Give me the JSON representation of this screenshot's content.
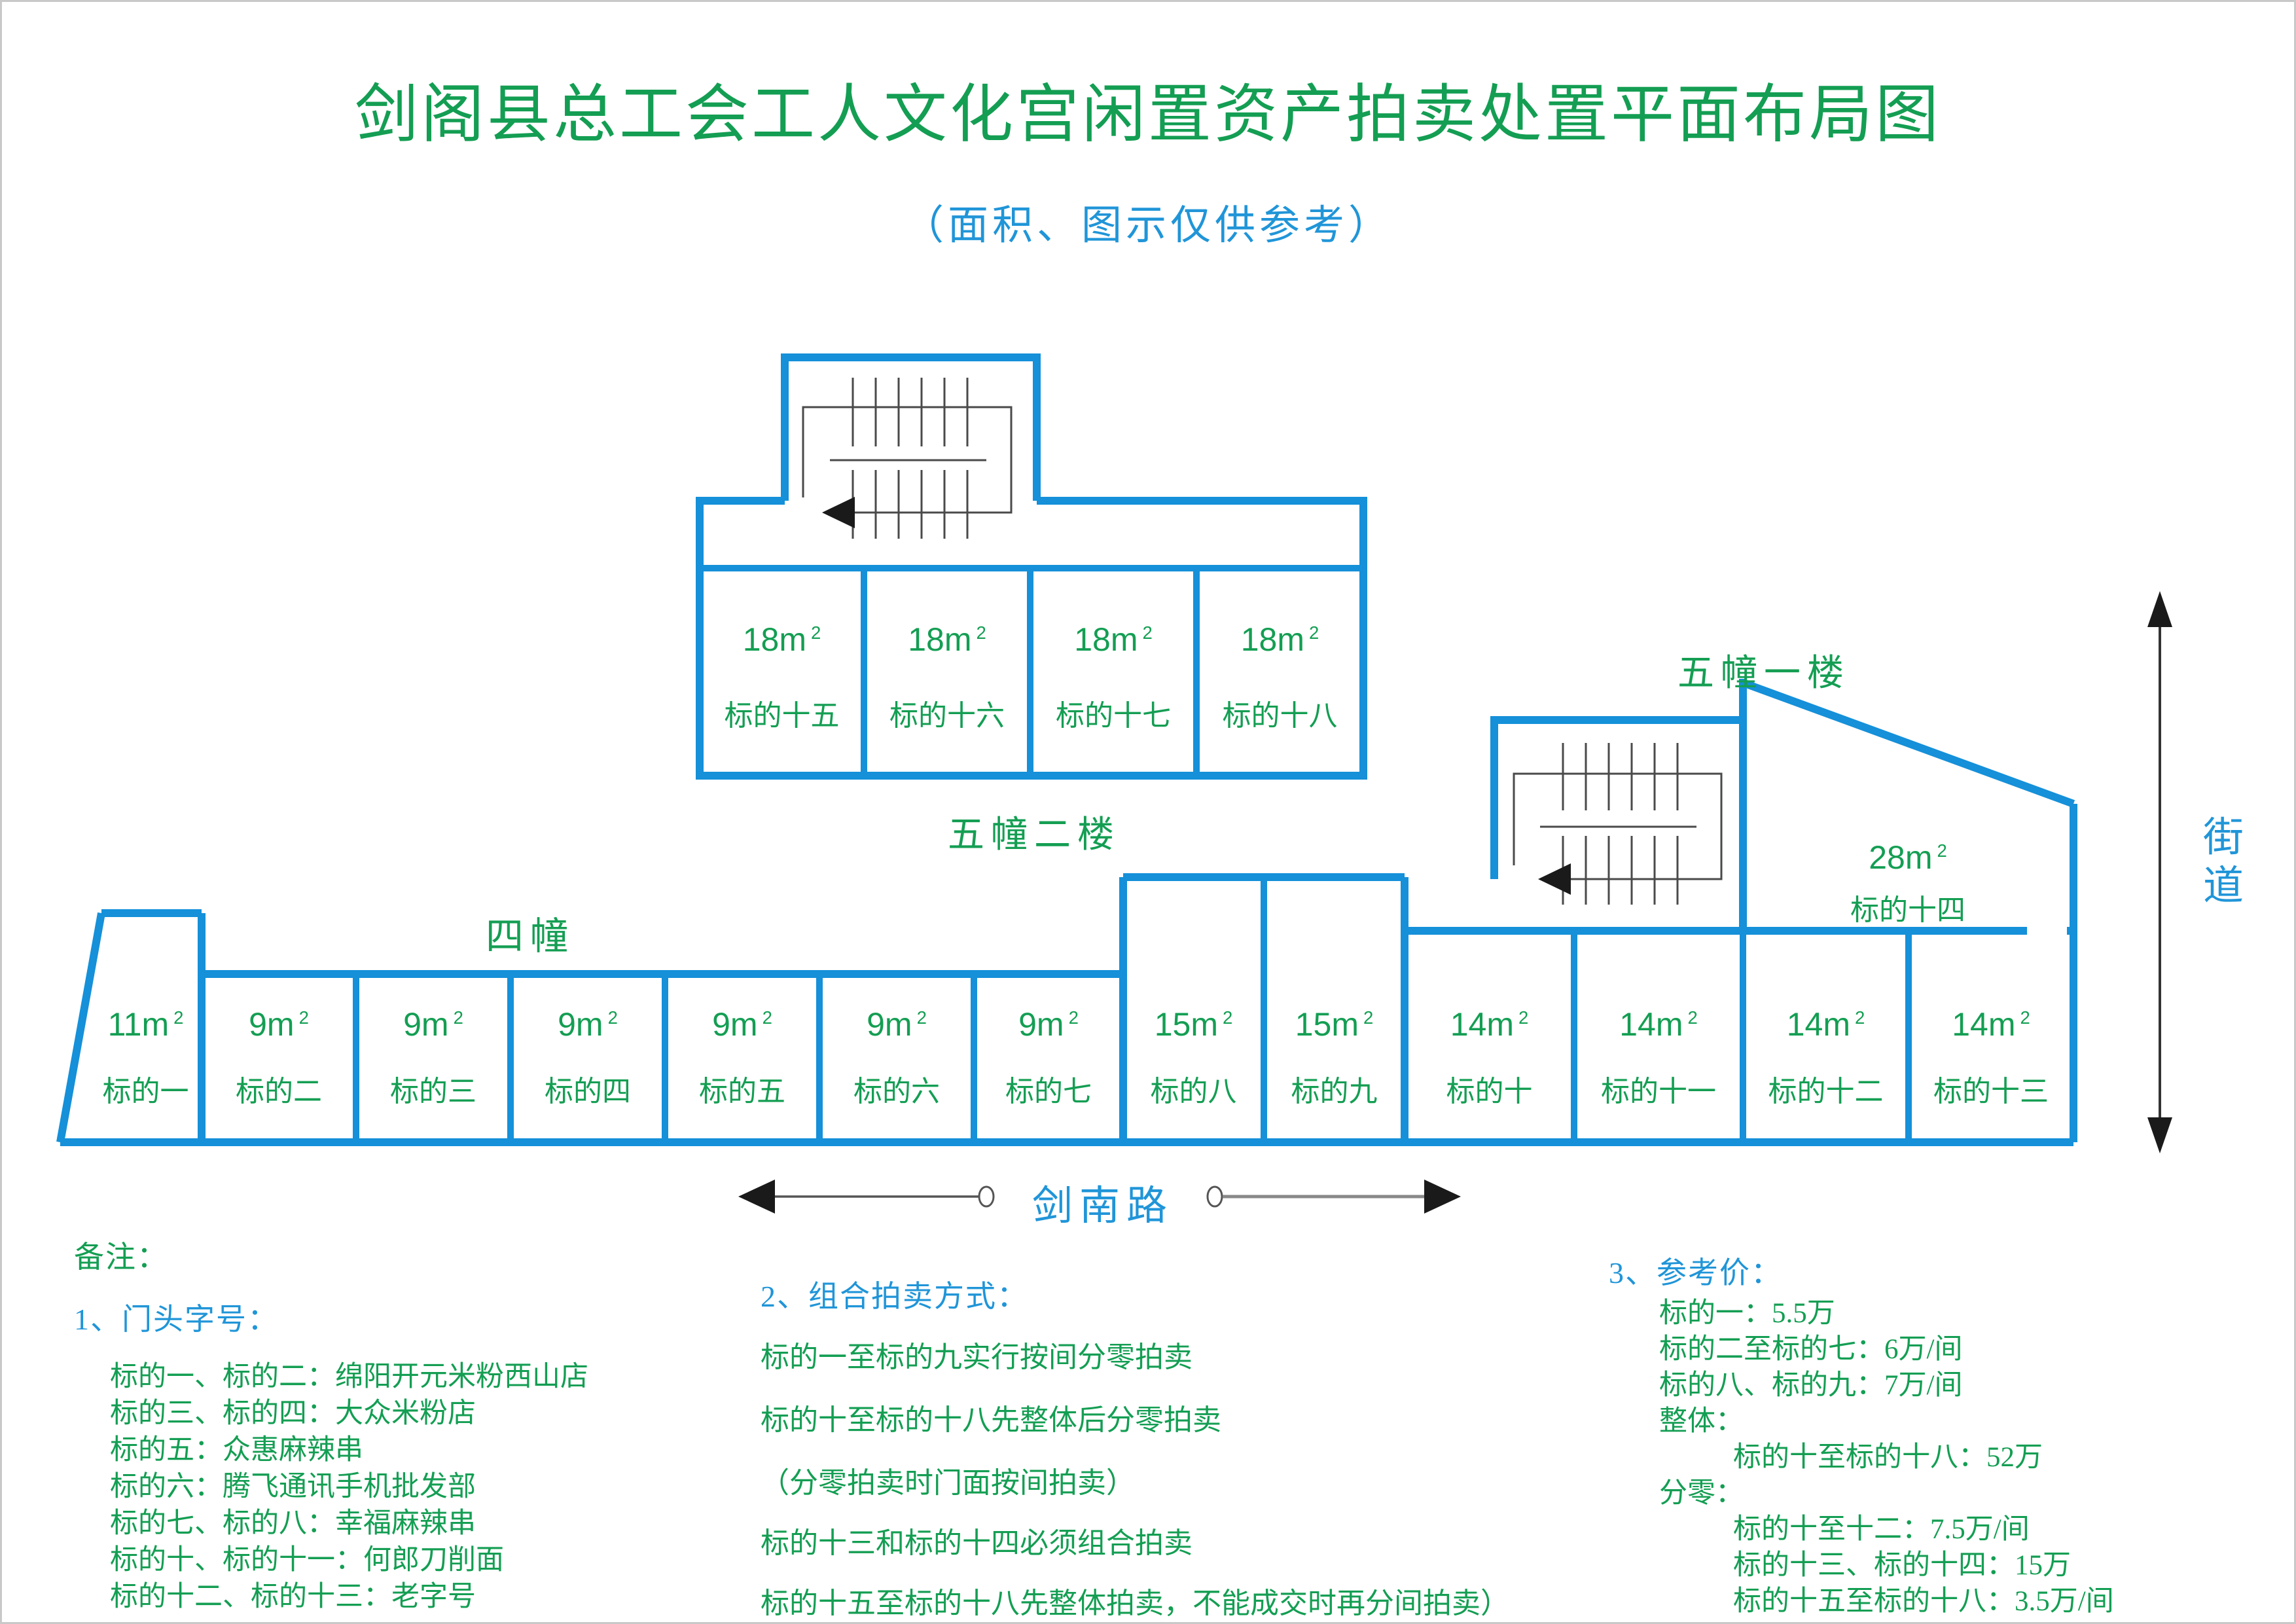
{
  "page": {
    "title": "剑阁县总工会工人文化宫闲置资产拍卖处置平面布局图",
    "subtitle": "（面积、图示仅供参考）"
  },
  "colors": {
    "wall_blue": "#1590d9",
    "text_green": "#149e53",
    "text_blue": "#2095d8",
    "stair_gray": "#4a4a4a",
    "arrow_black": "#1a1a1a"
  },
  "building5_floor2": {
    "label": "五幢二楼",
    "units": [
      {
        "area": "18m",
        "sup": "2",
        "name": "标的十五"
      },
      {
        "area": "18m",
        "sup": "2",
        "name": "标的十六"
      },
      {
        "area": "18m",
        "sup": "2",
        "name": "标的十七"
      },
      {
        "area": "18m",
        "sup": "2",
        "name": "标的十八"
      }
    ]
  },
  "building5_floor1": {
    "label": "五幢一楼",
    "unit": {
      "area": "28m",
      "sup": "2",
      "name": "标的十四"
    }
  },
  "building4": {
    "label": "四幢"
  },
  "bottom_row": {
    "units": [
      {
        "area": "11m",
        "sup": "2",
        "name": "标的一"
      },
      {
        "area": "9m",
        "sup": "2",
        "name": "标的二"
      },
      {
        "area": "9m",
        "sup": "2",
        "name": "标的三"
      },
      {
        "area": "9m",
        "sup": "2",
        "name": "标的四"
      },
      {
        "area": "9m",
        "sup": "2",
        "name": "标的五"
      },
      {
        "area": "9m",
        "sup": "2",
        "name": "标的六"
      },
      {
        "area": "9m",
        "sup": "2",
        "name": "标的七"
      },
      {
        "area": "15m",
        "sup": "2",
        "name": "标的八"
      },
      {
        "area": "15m",
        "sup": "2",
        "name": "标的九"
      },
      {
        "area": "14m",
        "sup": "2",
        "name": "标的十"
      },
      {
        "area": "14m",
        "sup": "2",
        "name": "标的十一"
      },
      {
        "area": "14m",
        "sup": "2",
        "name": "标的十二"
      },
      {
        "area": "14m",
        "sup": "2",
        "name": "标的十三"
      }
    ]
  },
  "street": {
    "label": "街道"
  },
  "road": {
    "label": "剑南路"
  },
  "notes": {
    "remark_title": "备注：",
    "section1": {
      "title": "1、门头字号：",
      "items": [
        "标的一、标的二：绵阳开元米粉西山店",
        "标的三、标的四：大众米粉店",
        "标的五：众惠麻辣串",
        "标的六：腾飞通讯手机批发部",
        "标的七、标的八：幸福麻辣串",
        "标的十、标的十一：何郎刀削面",
        "标的十二、标的十三：老字号"
      ]
    },
    "section2": {
      "title": "2、组合拍卖方式：",
      "items": [
        "标的一至标的九实行按间分零拍卖",
        "标的十至标的十八先整体后分零拍卖",
        "（分零拍卖时门面按间拍卖）",
        "标的十三和标的十四必须组合拍卖",
        "标的十五至标的十八先整体拍卖，不能成交时再分间拍卖）"
      ]
    },
    "section3": {
      "title": "3、参考价：",
      "items": [
        "标的一：5.5万",
        "标的二至标的七：6万/间",
        "标的八、标的九：7万/间",
        "整体：",
        "标的十至标的十八：52万",
        "分零：",
        "标的十至十二：7.5万/间",
        "标的十三、标的十四：15万",
        "标的十五至标的十八：3.5万/间"
      ]
    }
  }
}
